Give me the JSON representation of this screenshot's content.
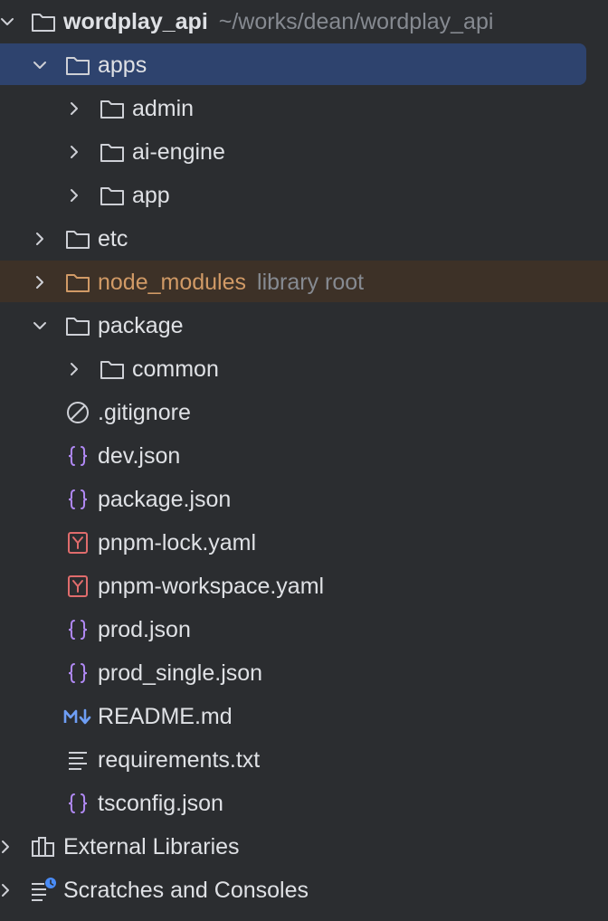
{
  "project": {
    "name": "wordplay_api",
    "path": "~/works/dean/wordplay_api"
  },
  "items": [
    {
      "label": "apps",
      "type": "folder",
      "expanded": true,
      "selected": true
    },
    {
      "label": "admin",
      "type": "folder",
      "expanded": false
    },
    {
      "label": "ai-engine",
      "type": "folder",
      "expanded": false
    },
    {
      "label": "app",
      "type": "folder",
      "expanded": false
    },
    {
      "label": "etc",
      "type": "folder",
      "expanded": false
    },
    {
      "label": "node_modules",
      "hint": "library root",
      "type": "folder-excluded",
      "expanded": false
    },
    {
      "label": "package",
      "type": "folder",
      "expanded": true
    },
    {
      "label": "common",
      "type": "folder",
      "expanded": false
    },
    {
      "label": ".gitignore",
      "type": "ignore-file"
    },
    {
      "label": "dev.json",
      "type": "json-file"
    },
    {
      "label": "package.json",
      "type": "json-file"
    },
    {
      "label": "pnpm-lock.yaml",
      "type": "yaml-file"
    },
    {
      "label": "pnpm-workspace.yaml",
      "type": "yaml-file"
    },
    {
      "label": "prod.json",
      "type": "json-file"
    },
    {
      "label": "prod_single.json",
      "type": "json-file"
    },
    {
      "label": "README.md",
      "type": "markdown-file"
    },
    {
      "label": "requirements.txt",
      "type": "text-file"
    },
    {
      "label": "tsconfig.json",
      "type": "json-file"
    }
  ],
  "bottom": {
    "external_libraries": "External Libraries",
    "scratches": "Scratches and Consoles"
  },
  "colors": {
    "background": "#2b2d30",
    "selection": "#2e436e",
    "excluded_row": "#3d3127",
    "excluded_text": "#d19a66",
    "json_icon": "#b189f5",
    "yaml_icon": "#e06c6c",
    "markdown_icon": "#6e9ef5",
    "scratch_badge": "#4a8cf7"
  }
}
